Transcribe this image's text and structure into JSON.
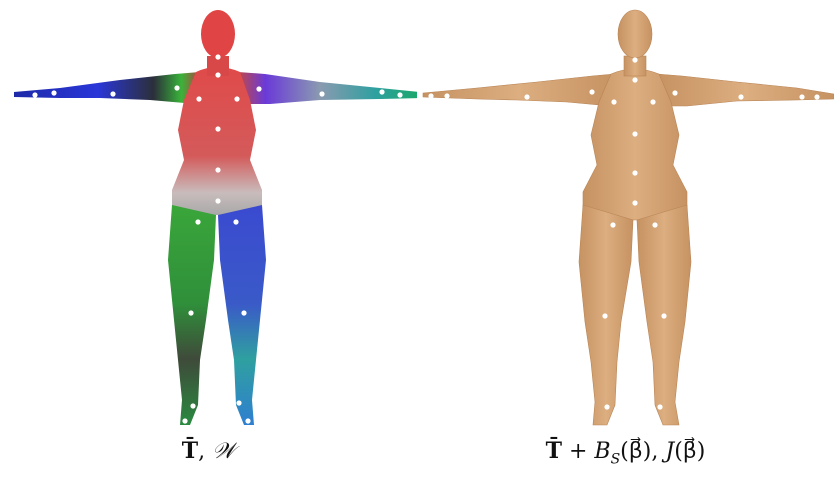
{
  "figure": {
    "left_panel": {
      "caption_parts": [
        "T̄",
        ", ",
        "𝒲"
      ],
      "coloring": "skinning weights",
      "colors": {
        "head": "#d94a4a",
        "torso": "#d45a5a",
        "left_arm": "#2a36d8",
        "right_arm": "#2fa0a0",
        "left_leg": "#3aa63a",
        "right_leg": "#3a4ad0"
      }
    },
    "right_panel": {
      "caption_parts": [
        "T̄",
        " + ",
        "B",
        "S",
        "(β⃗), ",
        "J",
        "(β⃗)"
      ],
      "coloring": "shaped mesh",
      "colors": {
        "skin": "#d8a878",
        "skin_shade": "#b98556"
      }
    },
    "joint_color": "#ffffff"
  }
}
